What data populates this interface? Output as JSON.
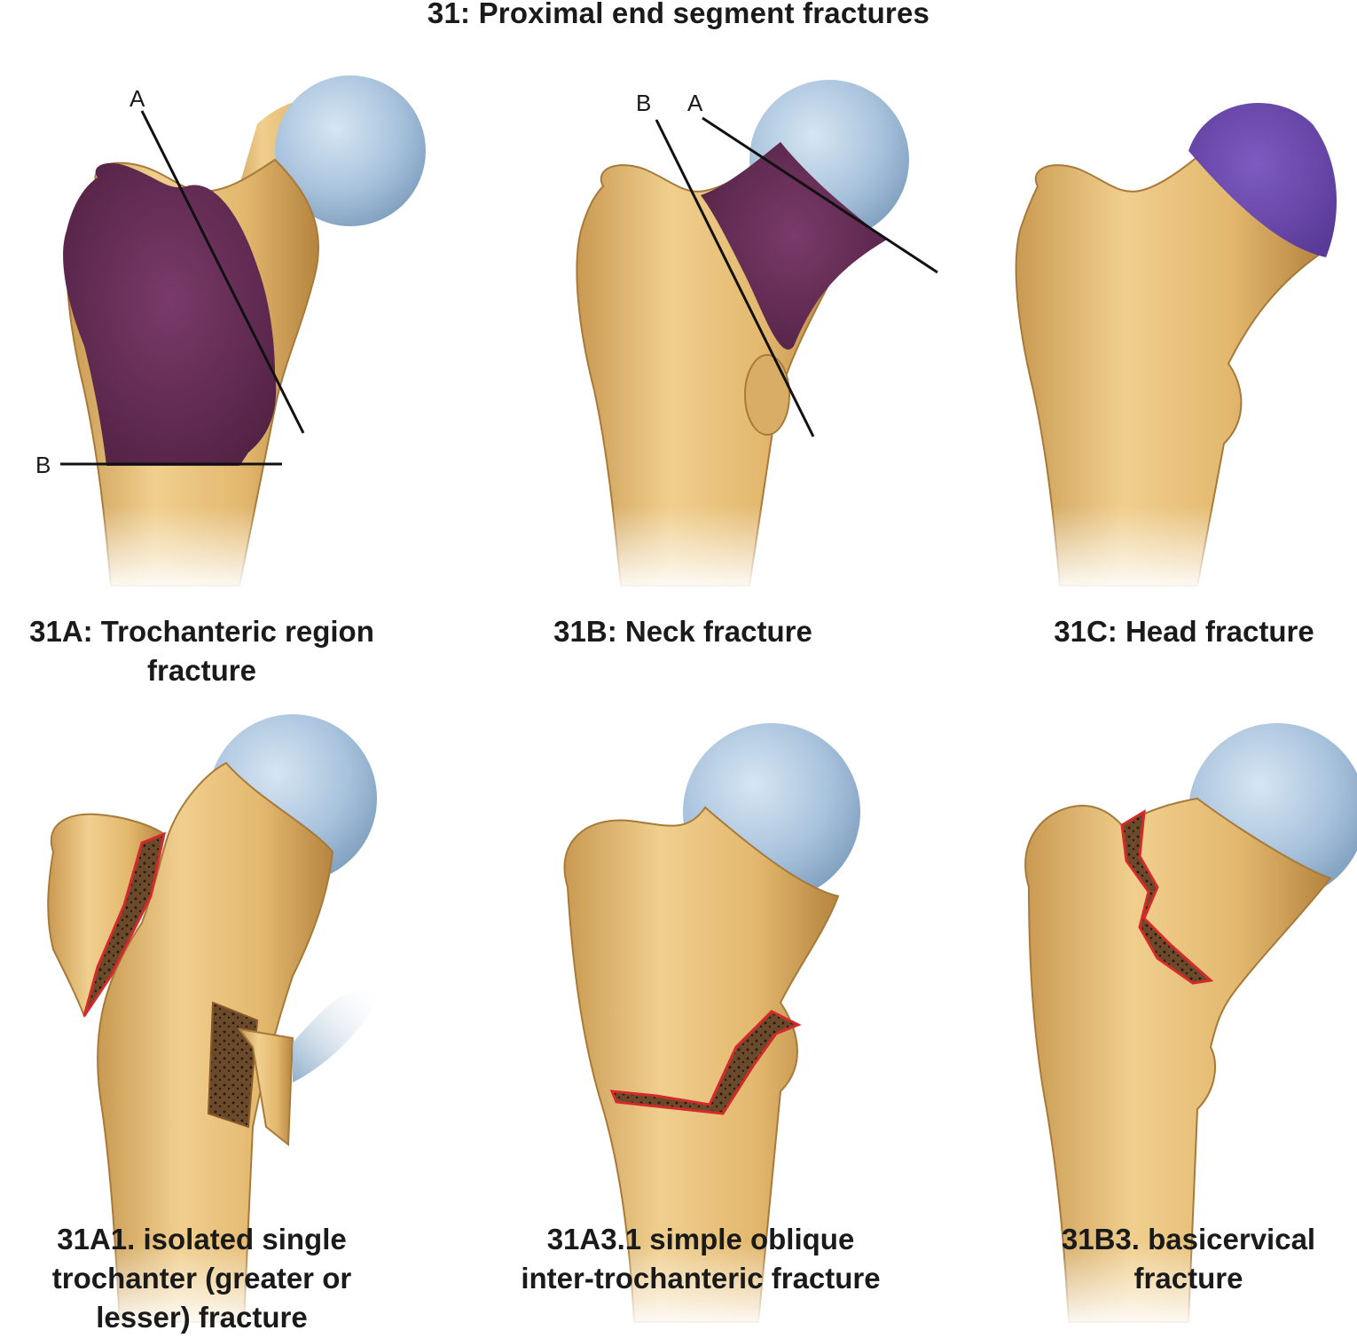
{
  "title": "31: Proximal end segment fractures",
  "panels": [
    {
      "caption": "31A: Trochanteric region",
      "caption_line2": "fracture",
      "line_labels": [
        "A",
        "B"
      ]
    },
    {
      "caption": "31B: Neck fracture",
      "line_labels": [
        "B",
        "A"
      ]
    },
    {
      "caption": "31C:  Head fracture"
    },
    {
      "caption": "31A1. isolated single",
      "caption_line2": "trochanter (greater or",
      "caption_line3": "lesser) fracture"
    },
    {
      "caption": "31A3.1 simple oblique",
      "caption_line2": "inter-trochanteric fracture"
    },
    {
      "caption": "31B3. basicervical",
      "caption_line2": "fracture"
    }
  ],
  "colors": {
    "bone": "#e2b870",
    "bone_shade": "#b98a45",
    "femoral_head": "#a9c3dd",
    "highlight_region": "#6b2f5a",
    "highlight_head": "#6a4aa8",
    "fracture_outline": "#d42a2a",
    "fracture_fill": "#5a3a22"
  }
}
